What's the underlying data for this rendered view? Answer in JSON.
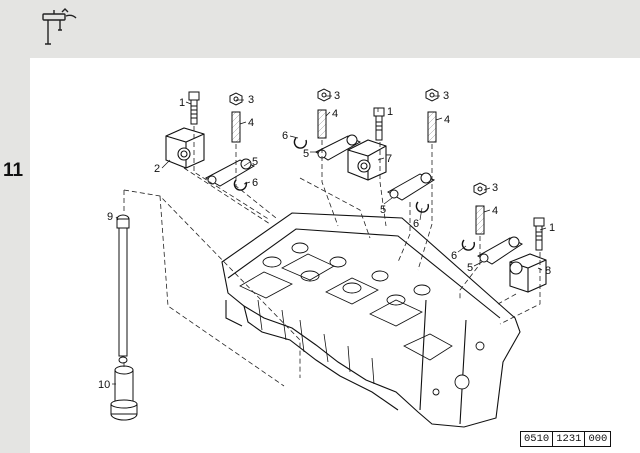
{
  "section": {
    "number": "11",
    "icon": "valve-icon"
  },
  "callouts": [
    "1",
    "1",
    "1",
    "1",
    "2",
    "3",
    "3",
    "3",
    "3",
    "4",
    "4",
    "4",
    "4",
    "5",
    "5",
    "5",
    "5",
    "6",
    "6",
    "6",
    "6",
    "7",
    "8",
    "9",
    "10"
  ],
  "reference": {
    "part1": "0510",
    "part2": "1231",
    "part3": "000"
  }
}
